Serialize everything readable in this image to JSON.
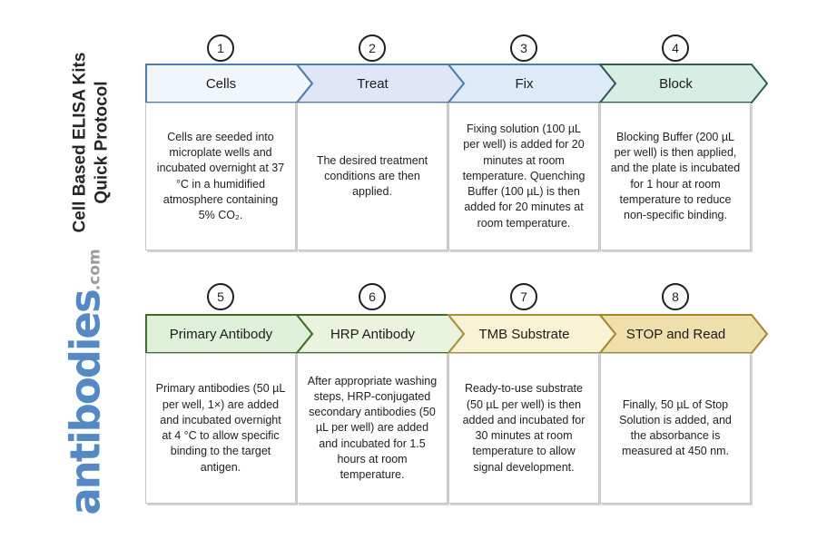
{
  "sidebar": {
    "title_line1": "Cell Based ELISA Kits",
    "title_line2": "Quick Protocol",
    "logo_text": "antibodies",
    "logo_suffix": ".com",
    "logo_color": "#5589c4",
    "logo_suffix_color": "#9b9b9b",
    "title_color": "#262626"
  },
  "rows": [
    {
      "steps": [
        {
          "number": "1",
          "label": "Cells",
          "fill": "#f1f6fa",
          "stroke": "#4d7bab",
          "description": "Cells are seeded into microplate wells and incubated overnight at 37 °C in a humidified atmosphere containing 5% CO₂."
        },
        {
          "number": "2",
          "label": "Treat",
          "fill": "#e0e6f7",
          "stroke": "#4d7bab",
          "description": "The desired treatment conditions are then applied."
        },
        {
          "number": "3",
          "label": "Fix",
          "fill": "#dcebf7",
          "stroke": "#4d7bab",
          "description": "Fixing solution (100 µL per well) is added for 20 minutes at room temperature. Quenching Buffer (100 µL) is then added for 20 minutes at room temperature."
        },
        {
          "number": "4",
          "label": "Block",
          "fill": "#d6eee3",
          "stroke": "#315c50",
          "description": "Blocking Buffer (200 µL per well) is then applied, and the plate is incubated for 1 hour at room temperature to reduce non-specific binding."
        }
      ]
    },
    {
      "steps": [
        {
          "number": "5",
          "label": "Primary Antibody",
          "fill": "#dff0d8",
          "stroke": "#3f6b2c",
          "description": "Primary antibodies (50 µL per well, 1×) are added and incubated overnight at 4 °C to allow specific binding to the target antigen."
        },
        {
          "number": "6",
          "label": "HRP Antibody",
          "fill": "#e9f3dd",
          "stroke": "#3f6b2c",
          "description": "After appropriate washing steps, HRP-conjugated secondary antibodies (50 µL per well) are added and incubated for 1.5 hours at room temperature."
        },
        {
          "number": "7",
          "label": "TMB Substrate",
          "fill": "#f8f3d5",
          "stroke": "#a88f3e",
          "description": "Ready-to-use substrate (50 µL per well) is then added and incubated for 30 minutes at room temperature to allow signal development."
        },
        {
          "number": "8",
          "label": "STOP and Read",
          "fill": "#eedfab",
          "stroke": "#a3862e",
          "description": "Finally, 50 µL of Stop Solution is added, and the absorbance is measured at 450 nm."
        }
      ]
    }
  ]
}
